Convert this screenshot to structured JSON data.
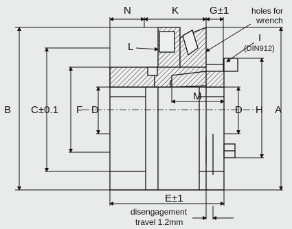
{
  "drawing": {
    "labels": {
      "N": "N",
      "K": "K",
      "G": "G±1",
      "holes_line1": "holes for",
      "holes_line2": "wrench",
      "L": "L",
      "I": "I",
      "din": "(DIN912)",
      "M": "M",
      "B": "B",
      "C": "C±0.1",
      "F": "F",
      "D_left": "D",
      "D_right": "D",
      "H": "H",
      "A": "A",
      "E": "E±1",
      "disengage_line1": "disengagement",
      "disengage_line2": "travel 1.2mm"
    }
  }
}
